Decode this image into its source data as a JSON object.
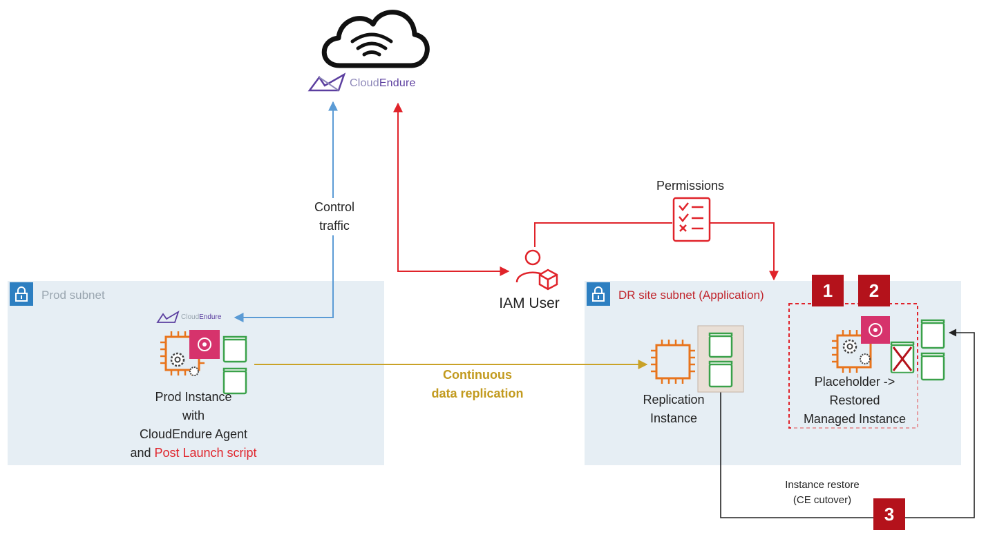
{
  "cloud": {
    "brand_prefix": "Cloud",
    "brand_suffix": "Endure"
  },
  "prod_subnet": {
    "title": "Prod subnet",
    "agent_brand_prefix": "Cloud",
    "agent_brand_suffix": "Endure",
    "instance_label_lines": [
      "Prod Instance",
      "with",
      "CloudEndure Agent"
    ],
    "instance_label_last_prefix": "and ",
    "instance_label_last_highlight": "Post Launch script"
  },
  "dr_subnet": {
    "title": "DR site subnet (Application)",
    "replication_label_lines": [
      "Replication",
      "Instance"
    ],
    "placeholder_label_lines": [
      "Placeholder ->",
      "Restored",
      "Managed Instance"
    ]
  },
  "connections": {
    "control_traffic_lines": [
      "Control",
      "traffic"
    ],
    "replication_lines": [
      "Continuous",
      "data replication"
    ],
    "restore_lines": [
      "Instance restore",
      "(CE cutover)"
    ],
    "permissions": "Permissions"
  },
  "iam": {
    "label": "IAM User"
  },
  "badges": [
    "1",
    "2",
    "3"
  ],
  "colors": {
    "subnet_bg": "#e6eef4",
    "lock_blue": "#2d7fc1",
    "badge_red": "#b4121b",
    "iam_red": "#e0232a",
    "replication_gold": "#c9a227",
    "control_blue": "#5b9bd5",
    "ec2_orange": "#e8741c",
    "volume_green": "#3aa14a",
    "agent_pink": "#d6336c",
    "cloudendure_purple": "#5b3e9f"
  }
}
